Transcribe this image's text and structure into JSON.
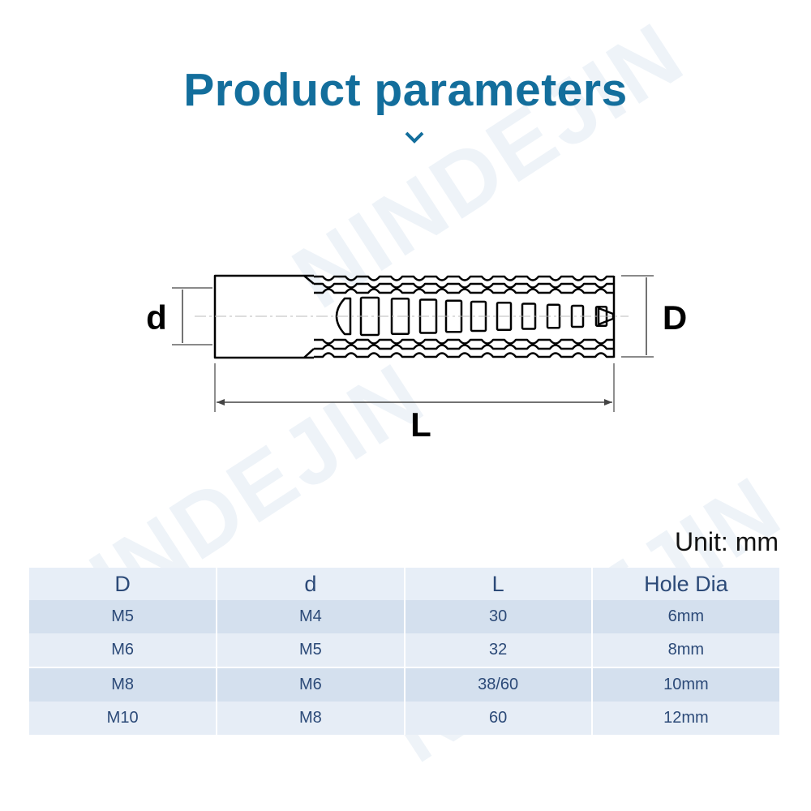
{
  "title": "Product parameters",
  "watermark": "NINDEJIN",
  "diagram": {
    "label_d": "d",
    "label_D": "D",
    "label_L": "L"
  },
  "unit": "Unit: mm",
  "table": {
    "headers": [
      "D",
      "d",
      "L",
      "Hole Dia"
    ],
    "rows": [
      [
        "M5",
        "M4",
        "30",
        "6mm"
      ],
      [
        "M6",
        "M5",
        "32",
        "8mm"
      ],
      [
        "M8",
        "M6",
        "38/60",
        "10mm"
      ],
      [
        "M10",
        "M8",
        "60",
        "12mm"
      ]
    ]
  },
  "colors": {
    "title": "#136e9c",
    "table_text": "#2c4a78",
    "row_dark": "#d4e0ee",
    "row_light": "#e6edf6"
  }
}
